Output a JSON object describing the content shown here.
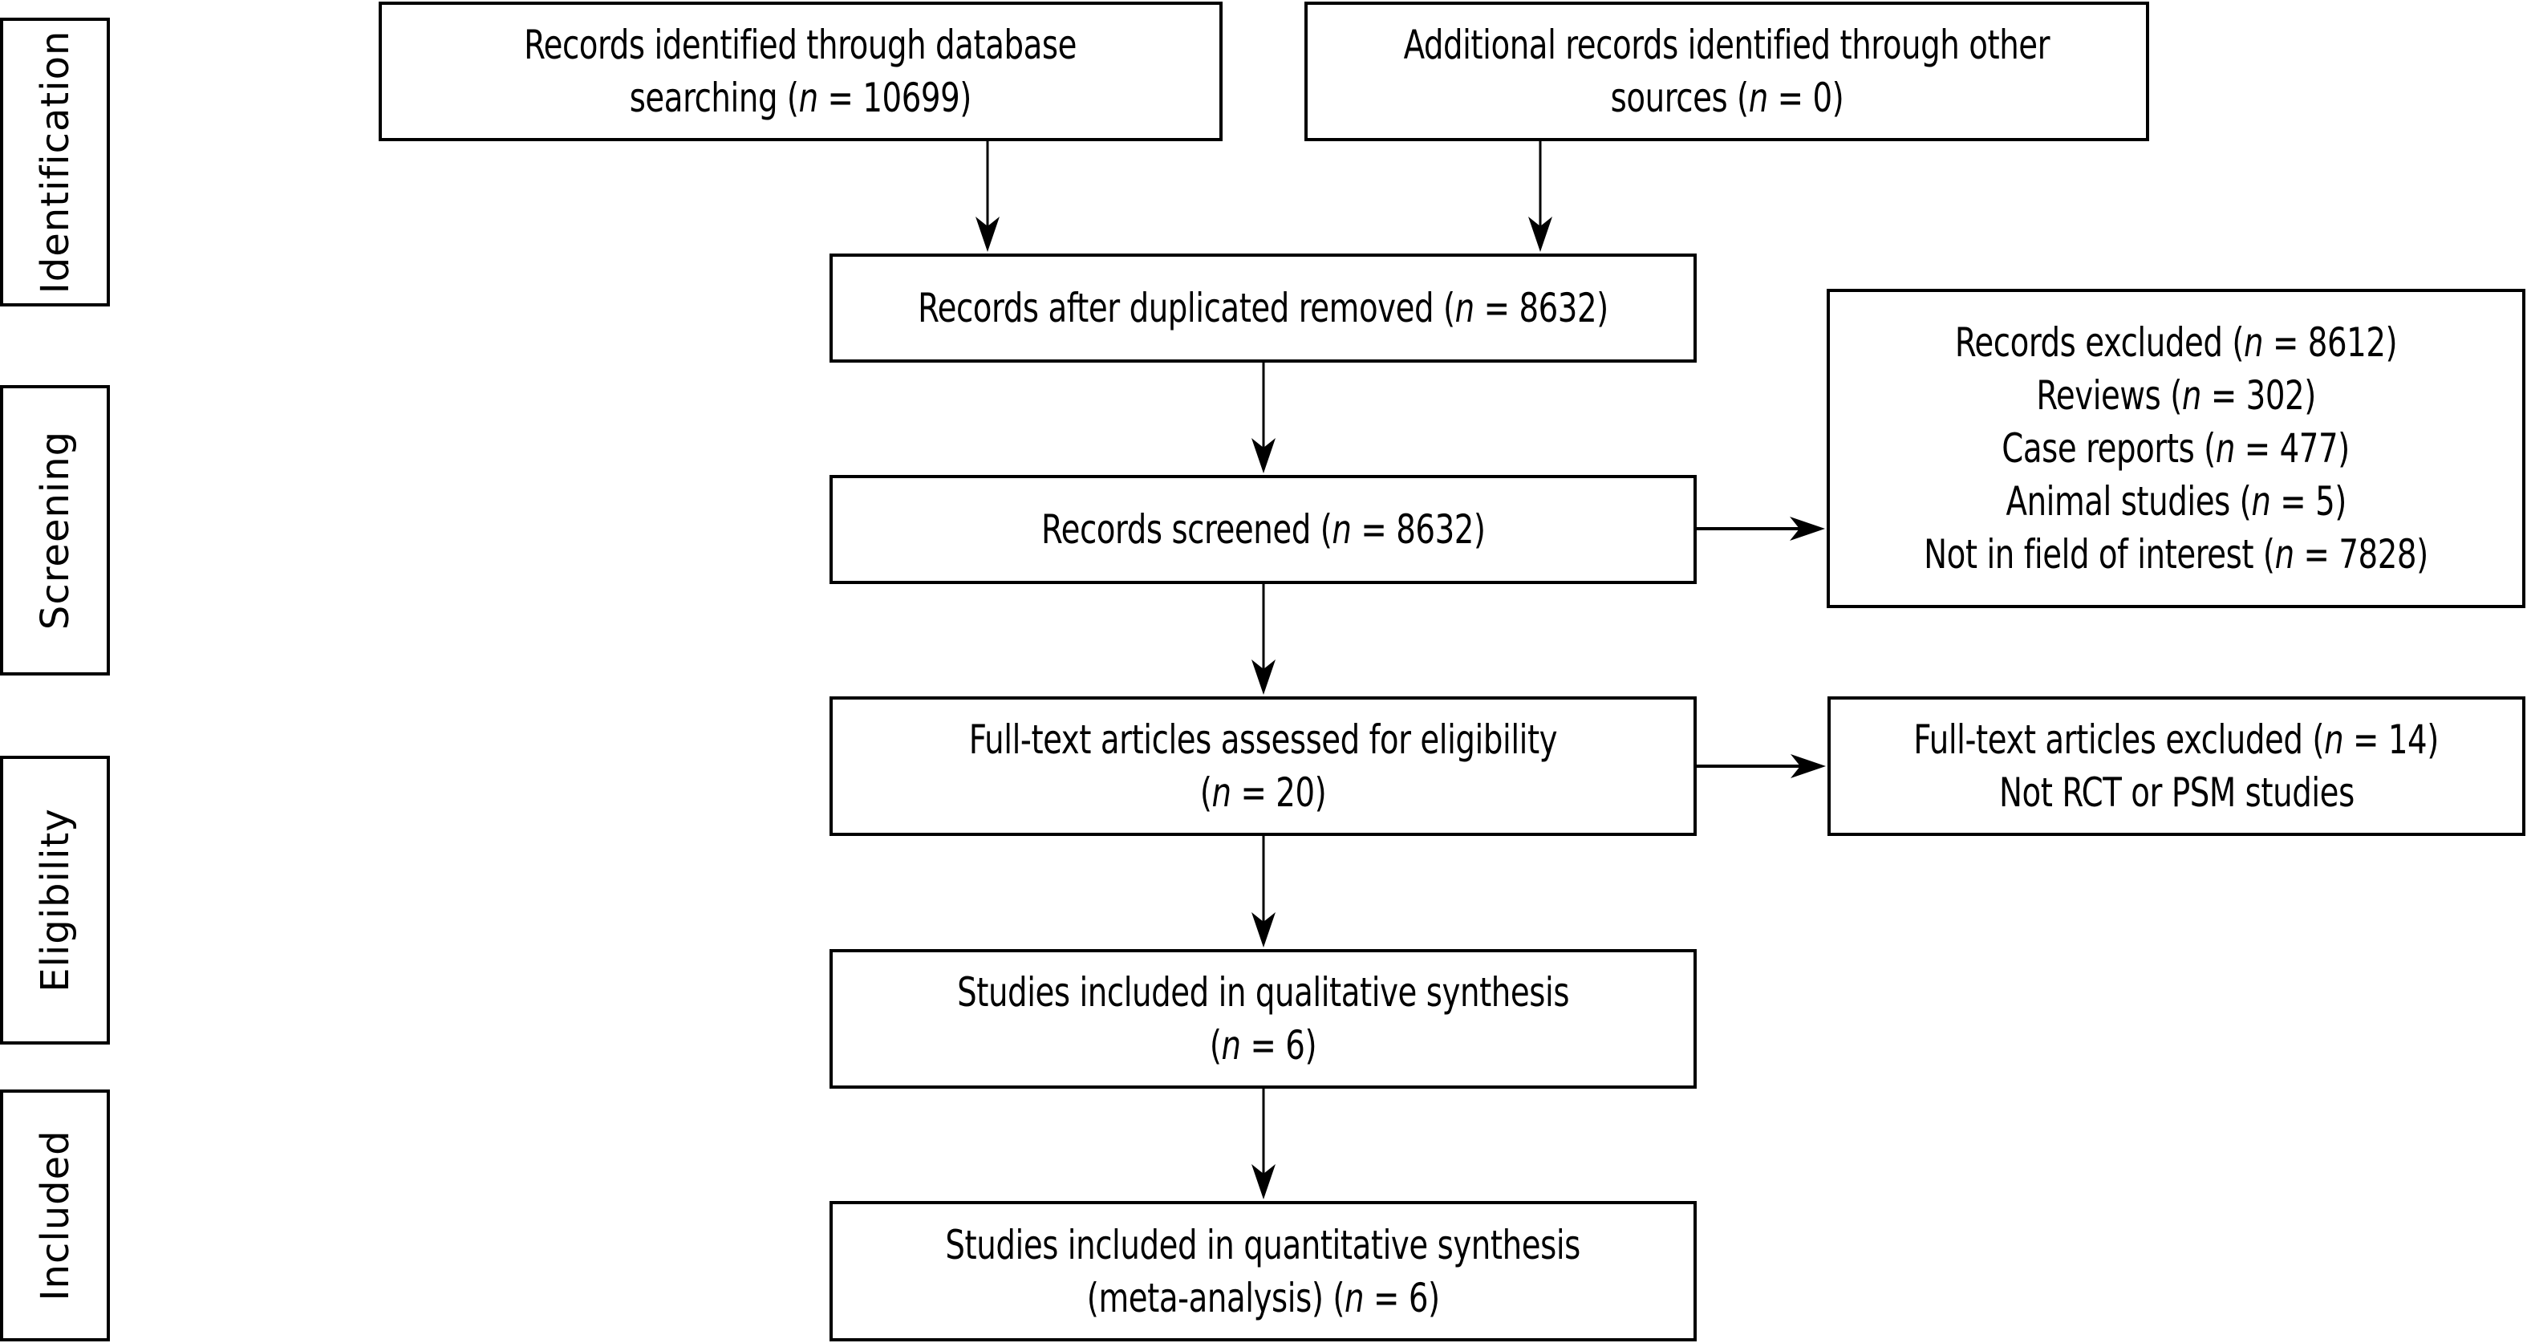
{
  "diagram": {
    "type": "PRISMA flow diagram",
    "stages": [
      {
        "id": "identification",
        "label": "Identification"
      },
      {
        "id": "screening",
        "label": "Screening"
      },
      {
        "id": "eligibility",
        "label": "Eligibility"
      },
      {
        "id": "included",
        "label": "Included"
      }
    ],
    "boxes": {
      "database_search": {
        "lines": [
          {
            "pre": "Records identified through database",
            "n": null
          },
          {
            "pre": "searching (",
            "n": "n",
            "post": " = 10699)"
          }
        ]
      },
      "other_sources": {
        "lines": [
          {
            "pre": "Additional records identified through other",
            "n": null
          },
          {
            "pre": "sources (",
            "n": "n",
            "post": " = 0)"
          }
        ]
      },
      "after_duplicates": {
        "lines": [
          {
            "pre": "Records after duplicated removed (",
            "n": "n",
            "post": " = 8632)"
          }
        ]
      },
      "screened": {
        "lines": [
          {
            "pre": "Records screened (",
            "n": "n",
            "post": " = 8632)"
          }
        ]
      },
      "records_excluded": {
        "lines": [
          {
            "pre": "Records excluded (",
            "n": "n",
            "post": " = 8612)"
          },
          {
            "pre": "Reviews (",
            "n": "n",
            "post": " = 302)"
          },
          {
            "pre": "Case reports (",
            "n": "n",
            "post": " = 477)"
          },
          {
            "pre": "Animal studies (",
            "n": "n",
            "post": " = 5)"
          },
          {
            "pre": "Not in field of interest (",
            "n": "n",
            "post": " = 7828)"
          }
        ]
      },
      "fulltext_assessed": {
        "lines": [
          {
            "pre": "Full-text articles assessed for eligibility",
            "n": null
          },
          {
            "pre": "(",
            "n": "n",
            "post": " = 20)"
          }
        ]
      },
      "fulltext_excluded": {
        "lines": [
          {
            "pre": "Full-text articles excluded (",
            "n": "n",
            "post": " = 14)"
          },
          {
            "pre": "Not RCT or PSM studies",
            "n": null
          }
        ]
      },
      "qualitative": {
        "lines": [
          {
            "pre": "Studies included in qualitative synthesis",
            "n": null
          },
          {
            "pre": "(",
            "n": "n",
            "post": " = 6)"
          }
        ]
      },
      "quantitative": {
        "lines": [
          {
            "pre": "Studies included in quantitative synthesis",
            "n": null
          },
          {
            "pre": "(meta-analysis) (",
            "n": "n",
            "post": " = 6)"
          }
        ]
      }
    },
    "edges": [
      {
        "from": "database_search",
        "to": "after_duplicates"
      },
      {
        "from": "other_sources",
        "to": "after_duplicates"
      },
      {
        "from": "after_duplicates",
        "to": "screened"
      },
      {
        "from": "screened",
        "to": "records_excluded"
      },
      {
        "from": "screened",
        "to": "fulltext_assessed"
      },
      {
        "from": "fulltext_assessed",
        "to": "fulltext_excluded"
      },
      {
        "from": "fulltext_assessed",
        "to": "qualitative"
      },
      {
        "from": "qualitative",
        "to": "quantitative"
      }
    ]
  }
}
